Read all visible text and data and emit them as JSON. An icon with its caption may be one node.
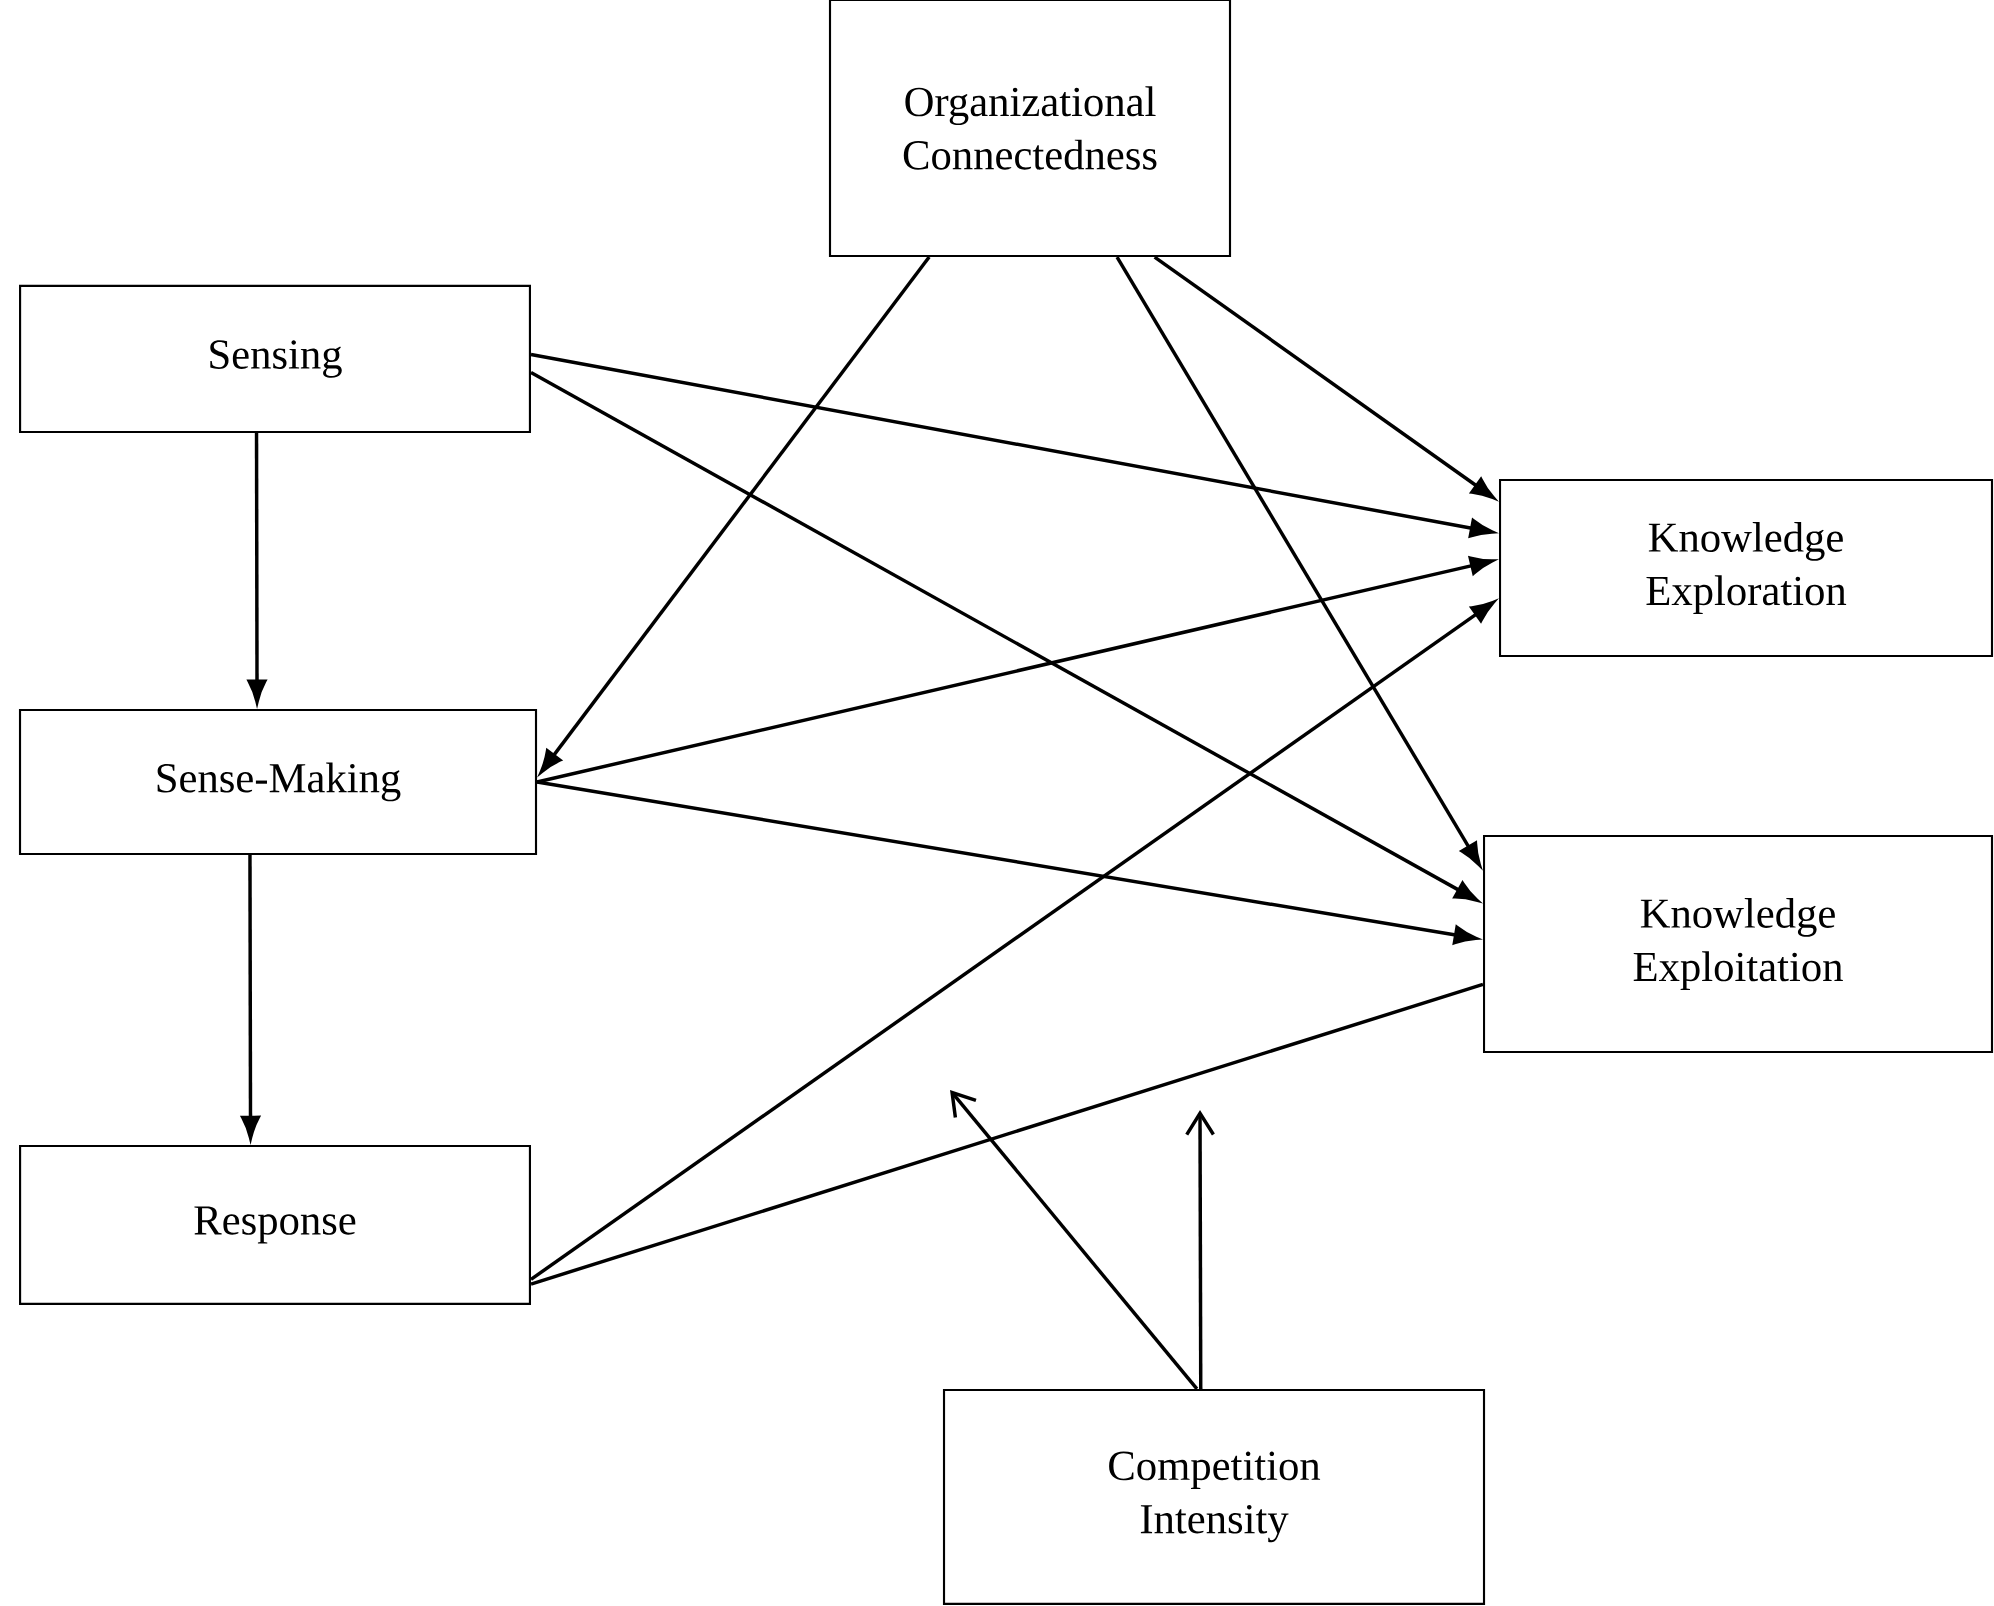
{
  "diagram": {
    "nodes": [
      {
        "text": [
          "Organizational Connectedness"
        ]
      },
      {
        "text": [
          "Sensing"
        ]
      },
      {
        "text": [
          "Knowledge Exploration"
        ]
      },
      {
        "text": [
          "Sense-Making"
        ]
      },
      {
        "text": [
          "Knowledge Exploitation"
        ]
      },
      {
        "text": [
          "Response"
        ]
      },
      {
        "text": [
          "Competition Intensity"
        ]
      }
    ],
    "edges": [
      {
        "from": 1,
        "to": 3,
        "arrow": "to"
      },
      {
        "from": 3,
        "to": 5,
        "arrow": "to"
      },
      {
        "from": 1,
        "to": 2,
        "arrow": "to"
      },
      {
        "from": 1,
        "to": 4,
        "arrow": "to"
      },
      {
        "from": 0,
        "to": 3,
        "arrow": "to"
      },
      {
        "from": 0,
        "to": 4,
        "arrow": "to"
      },
      {
        "from": 0,
        "to": 2,
        "arrow": "to"
      },
      {
        "from": 3,
        "to": 2,
        "arrow": "to"
      },
      {
        "from": 3,
        "to": 4,
        "arrow": "to"
      },
      {
        "from": 5,
        "to": 2,
        "arrow": "to"
      },
      {
        "from": 5,
        "to": 4,
        "arrow": "none"
      },
      {
        "from": 6,
        "to": null,
        "arrow": "to"
      },
      {
        "from": 6,
        "to": null,
        "arrow": "to"
      }
    ]
  }
}
